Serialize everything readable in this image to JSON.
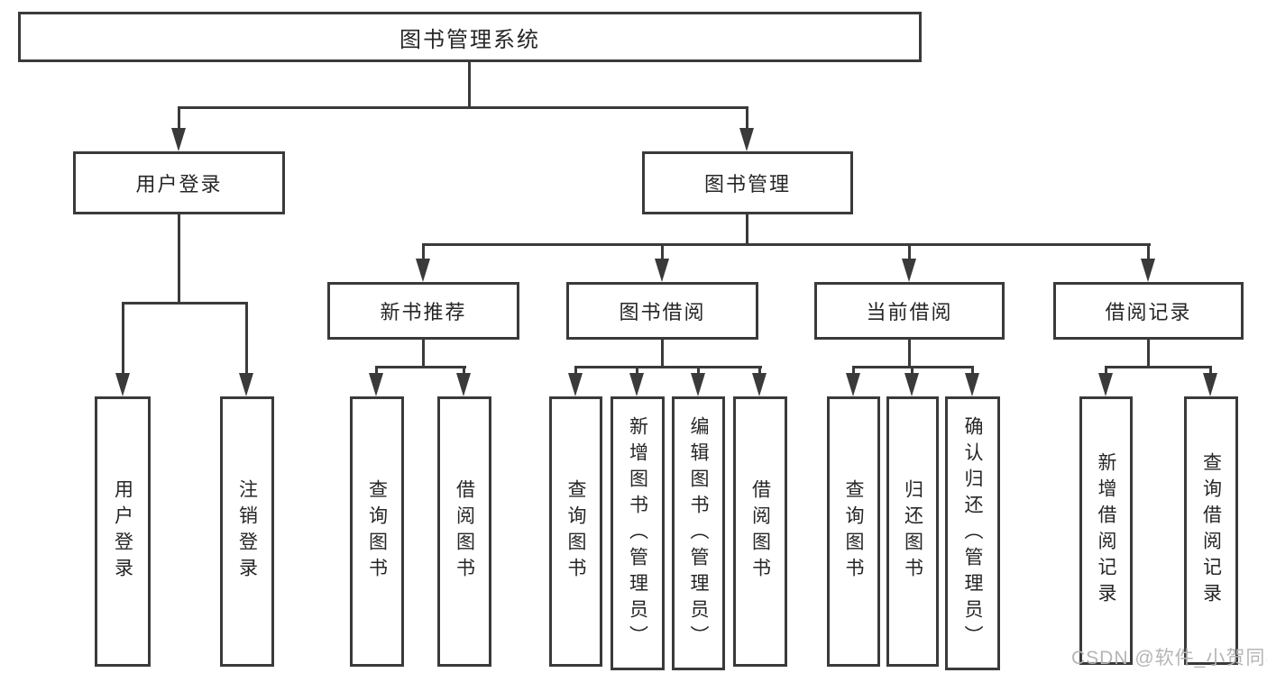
{
  "tree": {
    "label": "图书管理系统",
    "children": [
      {
        "label": "用户登录",
        "children": [
          {
            "label": "用户登录"
          },
          {
            "label": "注销登录"
          }
        ]
      },
      {
        "label": "图书管理",
        "children": [
          {
            "label": "新书推荐",
            "children": [
              {
                "label": "查询图书"
              },
              {
                "label": "借阅图书"
              }
            ]
          },
          {
            "label": "图书借阅",
            "children": [
              {
                "label": "查询图书"
              },
              {
                "label": "新增图书（管理员）"
              },
              {
                "label": "编辑图书（管理员）"
              },
              {
                "label": "借阅图书"
              }
            ]
          },
          {
            "label": "当前借阅",
            "children": [
              {
                "label": "查询图书"
              },
              {
                "label": "归还图书"
              },
              {
                "label": "确认归还（管理员）"
              }
            ]
          },
          {
            "label": "借阅记录",
            "children": [
              {
                "label": "新增借阅记录"
              },
              {
                "label": "查询借阅记录"
              }
            ]
          }
        ]
      }
    ]
  },
  "watermark": "CSDN @软件_小贺同学",
  "colors": {
    "line": "#3a3a3a",
    "text": "#262626",
    "watermark": "#b5b5b5"
  }
}
